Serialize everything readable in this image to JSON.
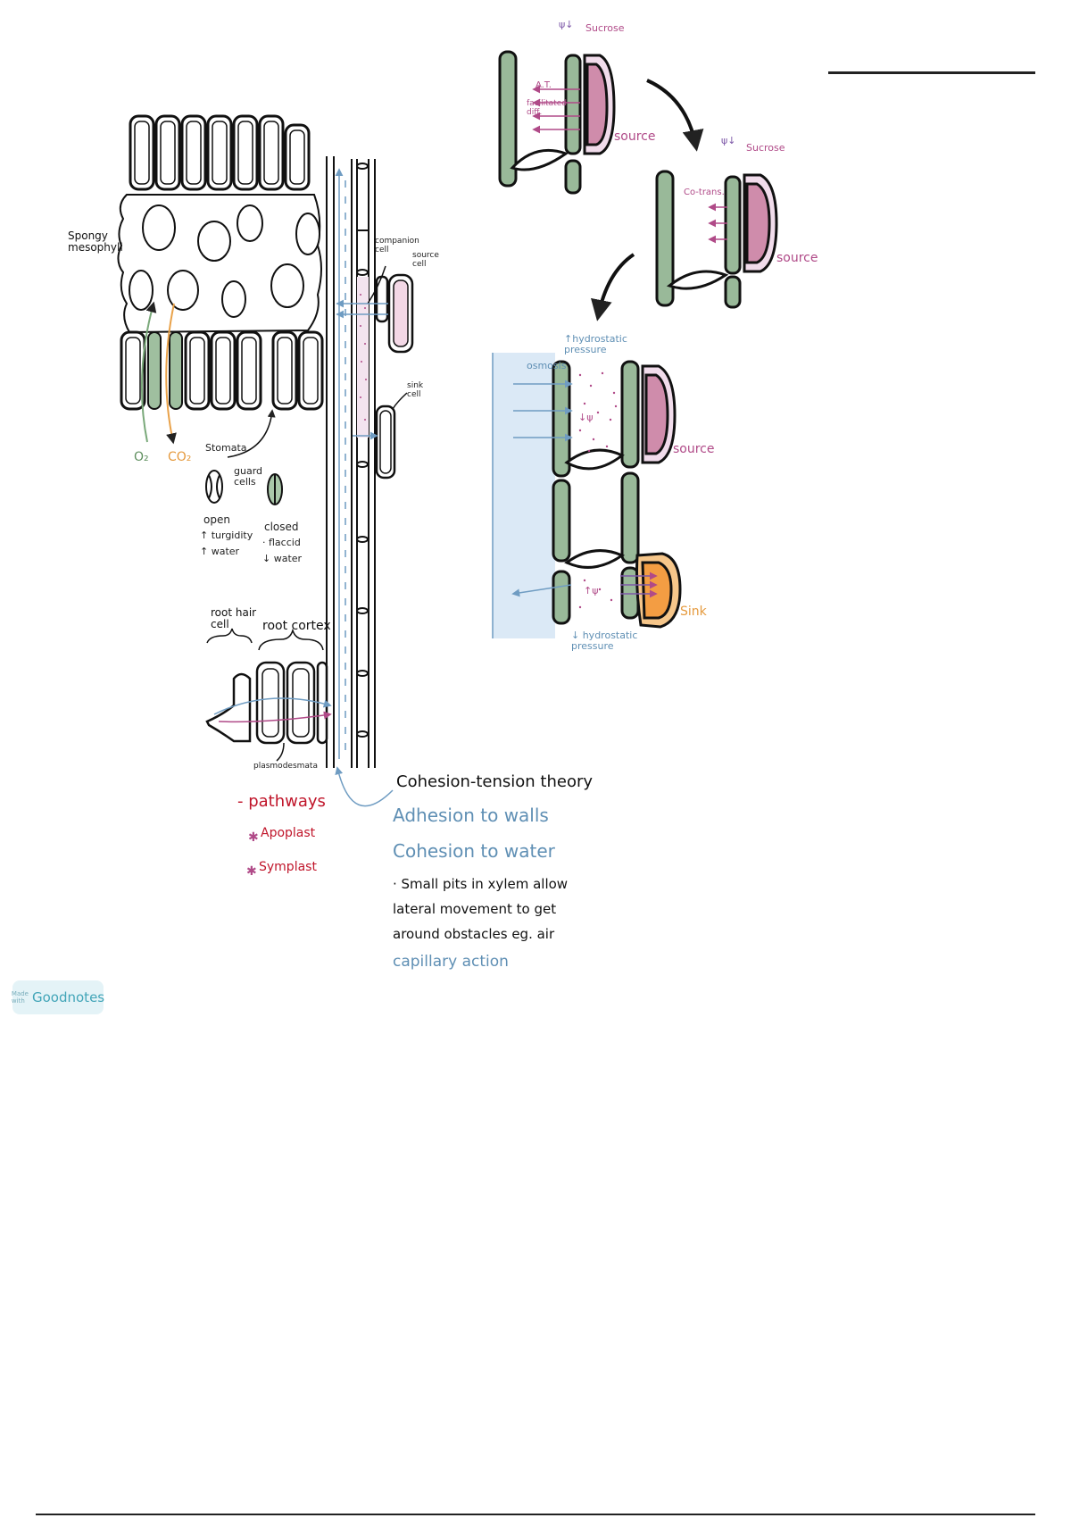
{
  "labels": {
    "sucrose_1": "Sucrose",
    "psi_down_1": "ψ↓",
    "at": "A.T.",
    "facilitated_diffusion": "facilitated diff.",
    "source_1": "source",
    "psi_down_2": "ψ↓",
    "sucrose_2": "Sucrose",
    "cotransport": "Co-trans.",
    "source_2": "source",
    "hydrostatic_up": "↑hydrostatic pressure",
    "osmosis": "osmosis",
    "psi_low": "↓ψ",
    "source_3": "source",
    "psi_high": "↑ψ",
    "sink": "Sink",
    "hydrostatic_down": "↓ hydrostatic pressure",
    "spongy_mesophyll": "Spongy mesophyll",
    "companion_cell": "companion cell",
    "source_cell": "source cell",
    "sink_cell": "sink cell",
    "o2": "O₂",
    "co2": "CO₂",
    "stomata": "Stomata",
    "guard_cells": "guard cells",
    "open": "open",
    "open_1": "↑ turgidity",
    "open_2": "↑ water",
    "closed": "closed",
    "closed_1": "· flaccid",
    "closed_2": "↓ water",
    "root_hair_cell": "root hair cell",
    "root_cortex": "root cortex",
    "plasmodesmata": "plasmodesmata",
    "pathways": "- pathways",
    "apoplast": "Apoplast",
    "symplast": "Symplast",
    "cohesion_tension": "Cohesion-tension theory",
    "adhesion": "Adhesion to walls",
    "cohesion": "Cohesion to water",
    "pits_1": "· Small pits in xylem allow",
    "pits_2": "lateral movement to get",
    "pits_3": "around obstacles eg. air",
    "capillary": "capillary action"
  },
  "badge": {
    "small": "Made with",
    "big": "Goodnotes"
  },
  "colors": {
    "source_fill": "#cf8cab",
    "sink_fill": "#f39d43",
    "guard_green": "#99b999",
    "water_blue": "#6f9cc2",
    "pathway_red": "#c0152a"
  }
}
